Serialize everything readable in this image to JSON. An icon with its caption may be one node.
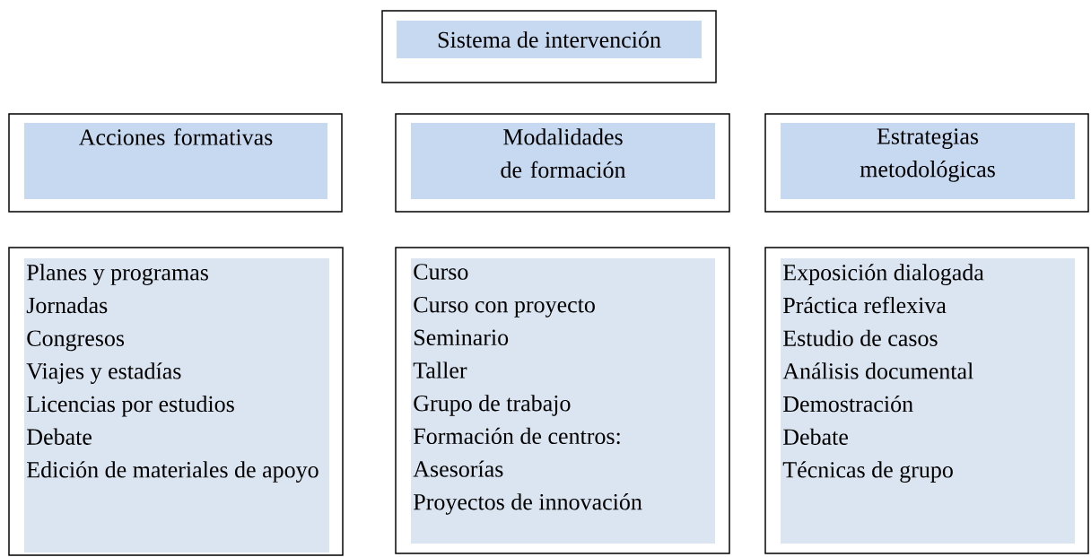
{
  "diagram": {
    "nodes": [
      {
        "text": [
          "Sistema de intervención"
        ]
      },
      {
        "text": [
          "Acciones formativas"
        ]
      },
      {
        "text": [
          "Modalidades de formación"
        ]
      },
      {
        "text": [
          "Estrategias metodológicas"
        ]
      },
      {
        "text": [
          "Planes y programas",
          "Jornadas",
          "Congresos",
          "Viajes y estadías",
          "Licencias por estudios",
          "Debate",
          "Edición de materiales de apoyo"
        ]
      },
      {
        "text": [
          "Curso",
          "Curso con proyecto",
          "Seminario",
          "Taller",
          "Grupo de trabajo",
          "Formación de centros:",
          "Asesorías",
          "Proyectos de innovación"
        ]
      },
      {
        "text": [
          "Exposición dialogada",
          "Práctica reflexiva",
          "Estudio de casos",
          "Análisis documental",
          "Demostración",
          "Debate",
          "Técnicas de grupo"
        ]
      }
    ],
    "edges": []
  }
}
